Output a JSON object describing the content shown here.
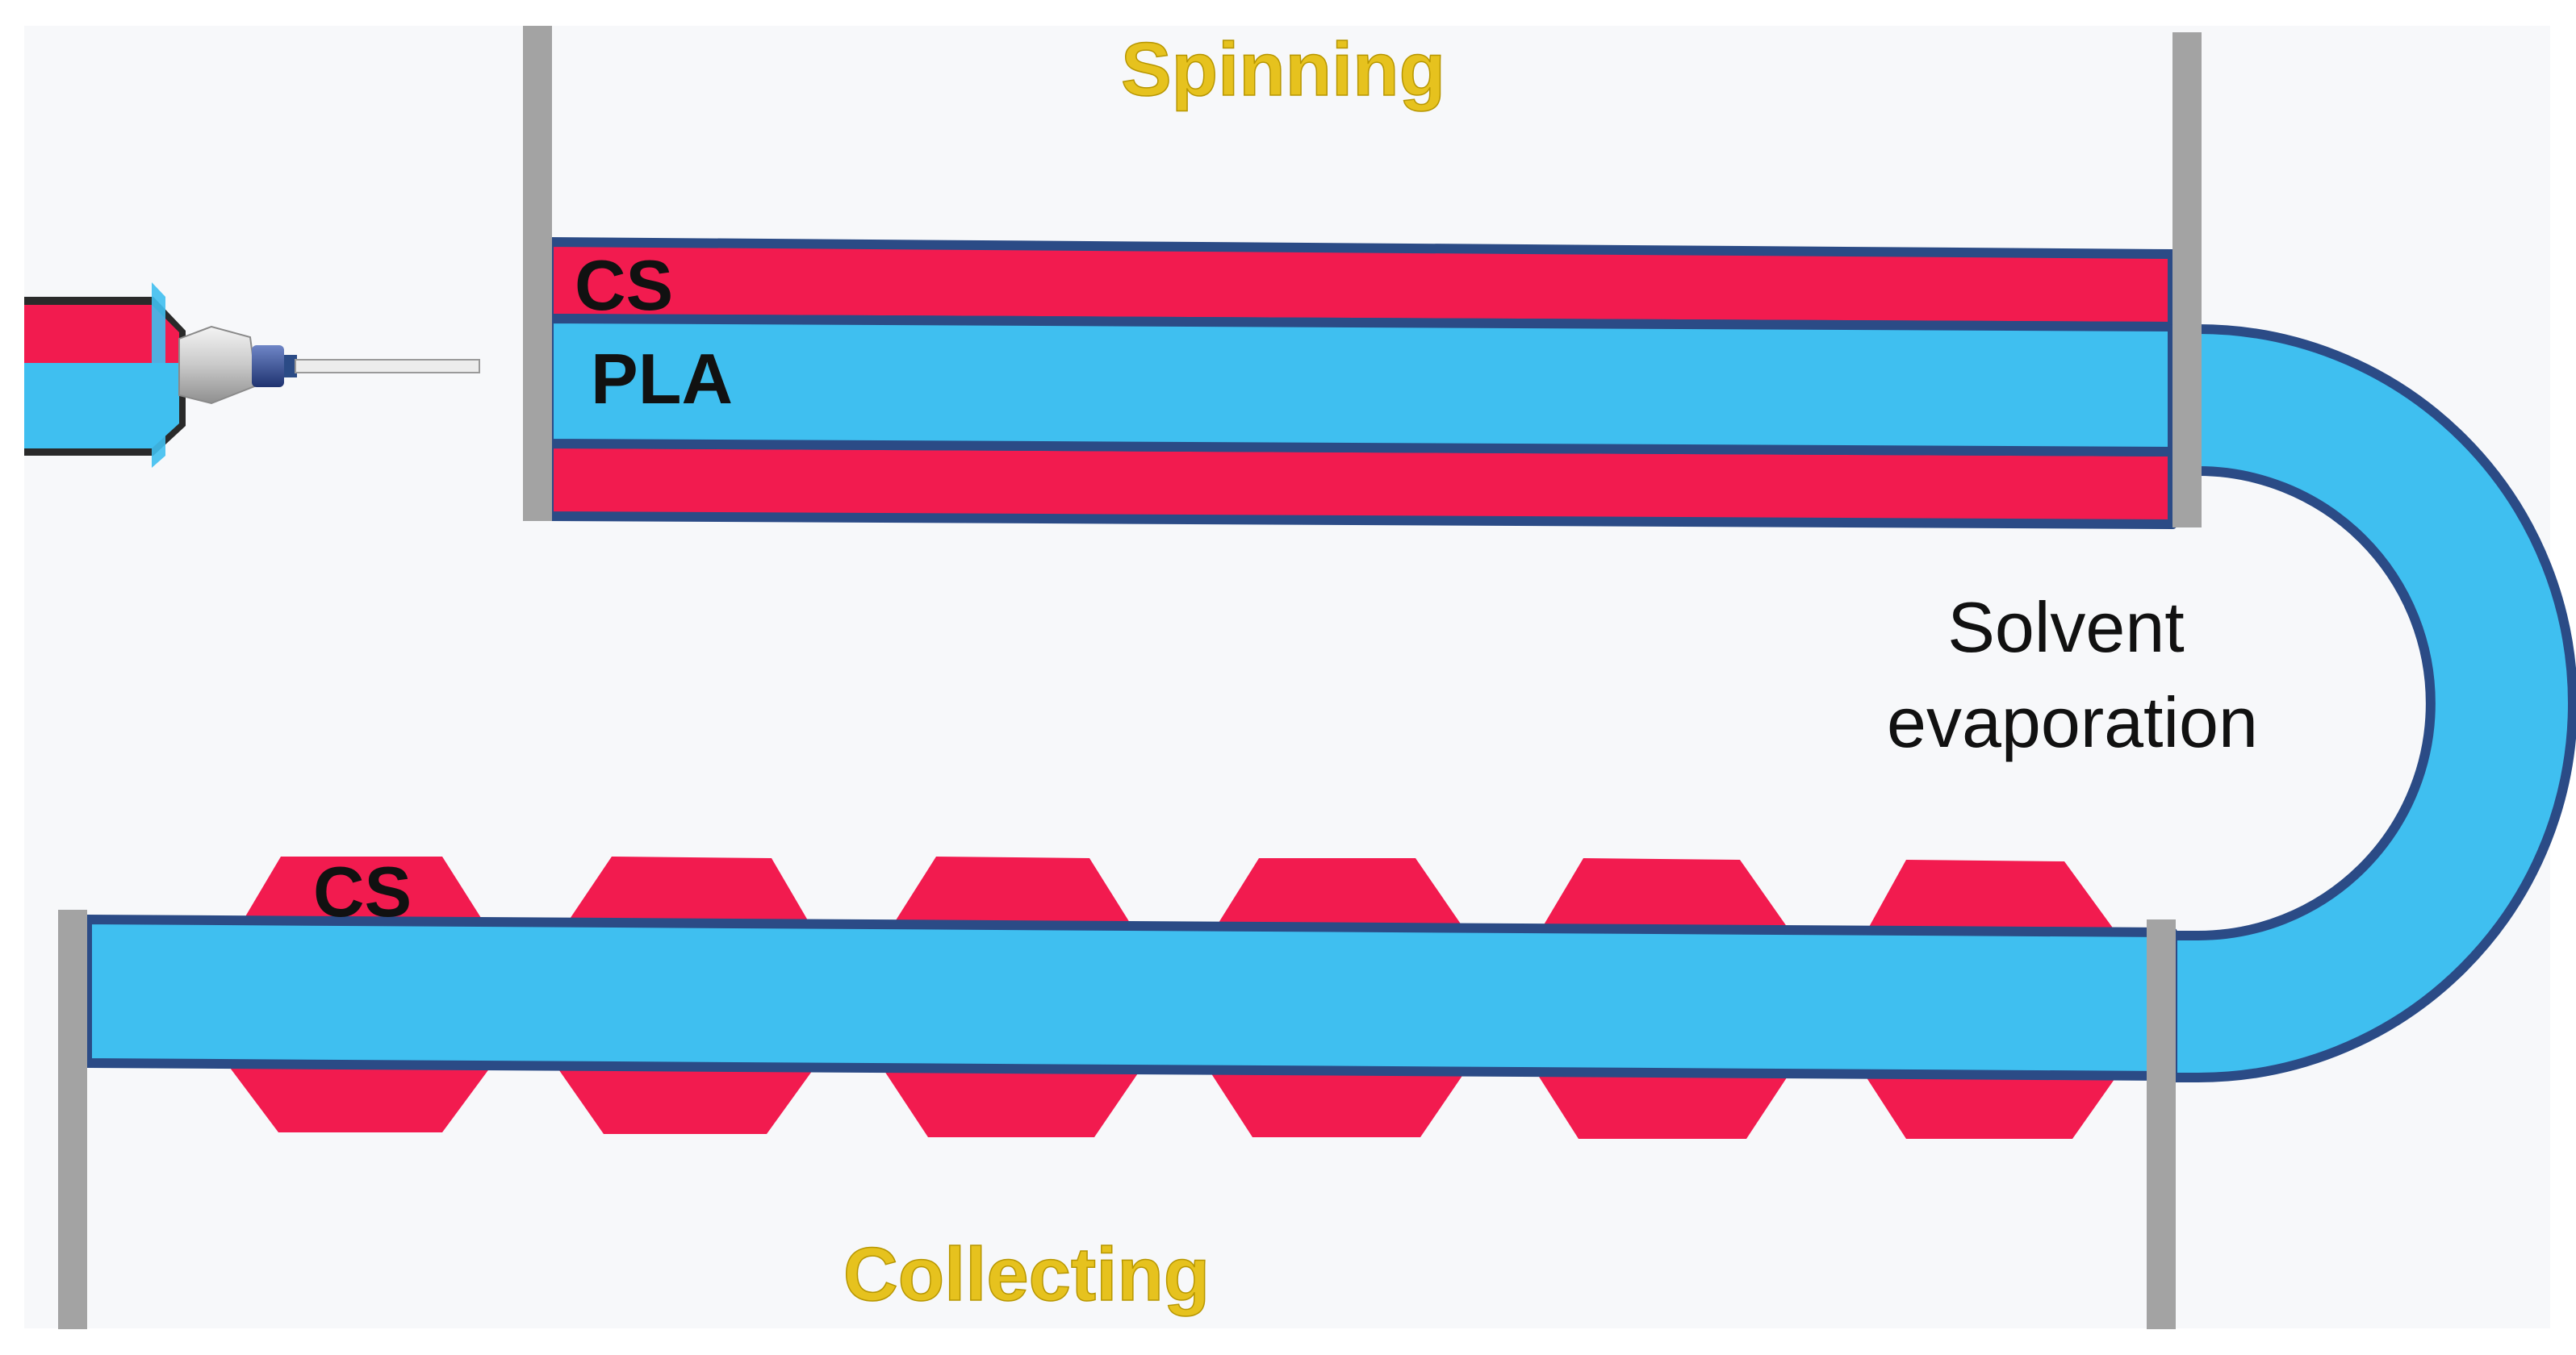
{
  "labels": {
    "spinning": "Spinning",
    "collecting": "Collecting",
    "cs_top": "CS",
    "pla": "PLA",
    "cs_bottom": "CS",
    "solvent_line1": "Solvent",
    "solvent_line2": "evaporation"
  },
  "colors": {
    "background": "#ffffff",
    "panel": "#f7f8fa",
    "cs": "#f21b4f",
    "pla": "#3fbff0",
    "border": "#2b4b86",
    "post": "#a3a3a3",
    "gold": "#e6c21e",
    "needle_metal": "#d7d7d7"
  },
  "icons": {
    "syringe": "syringe-nozzle-icon"
  }
}
